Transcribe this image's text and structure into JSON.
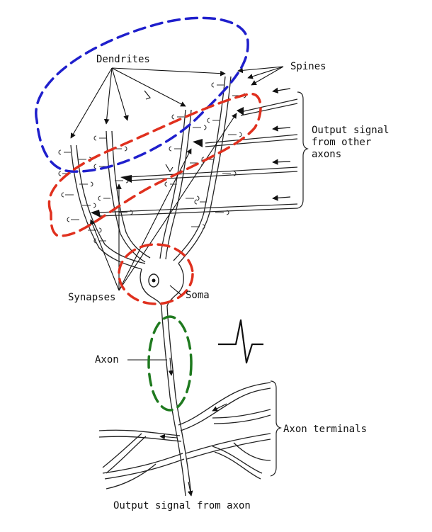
{
  "labels": {
    "dendrites": "Dendrites",
    "spines": "Spines",
    "input_signal": [
      "Output signal",
      "from other",
      "axons"
    ],
    "synapses": "Synapses",
    "soma": "Soma",
    "axon": "Axon",
    "axon_terminals": "Axon terminals",
    "output_signal": "Output signal from axon"
  },
  "icons": {
    "action_potential": "action-potential-spike-icon"
  },
  "highlight_colors": {
    "dendrites": "#1f1fcc",
    "synapses_and_soma": "#e0301e",
    "axon": "#1f7a1f"
  }
}
